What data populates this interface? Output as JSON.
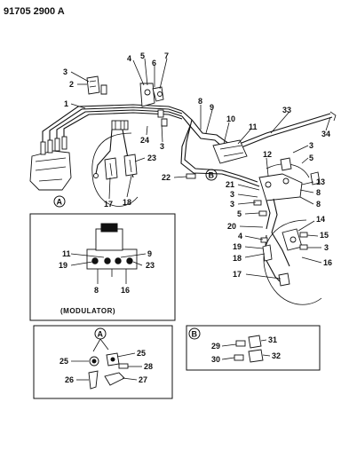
{
  "header": {
    "code": "91705 2900 A"
  },
  "callouts": {
    "c1": "1",
    "c2": "2",
    "c3": "3",
    "c4": "4",
    "c5": "5",
    "c6": "6",
    "c7": "7",
    "c8": "8",
    "c9": "9",
    "c10": "10",
    "c11": "11",
    "c12": "12",
    "c13": "13",
    "c14": "14",
    "c15": "15",
    "c16": "16",
    "c17": "17",
    "c18": "18",
    "c19": "19",
    "c20": "20",
    "c21": "21",
    "c22": "22",
    "c23": "23",
    "c24": "24",
    "c25": "25",
    "c26": "26",
    "c27": "27",
    "c28": "28",
    "c29": "29",
    "c30": "30",
    "c31": "31",
    "c32": "32",
    "c33": "33",
    "c34": "34"
  },
  "detail_markers": {
    "a": "A",
    "b": "B"
  },
  "modulator_caption": "(MODULATOR)"
}
